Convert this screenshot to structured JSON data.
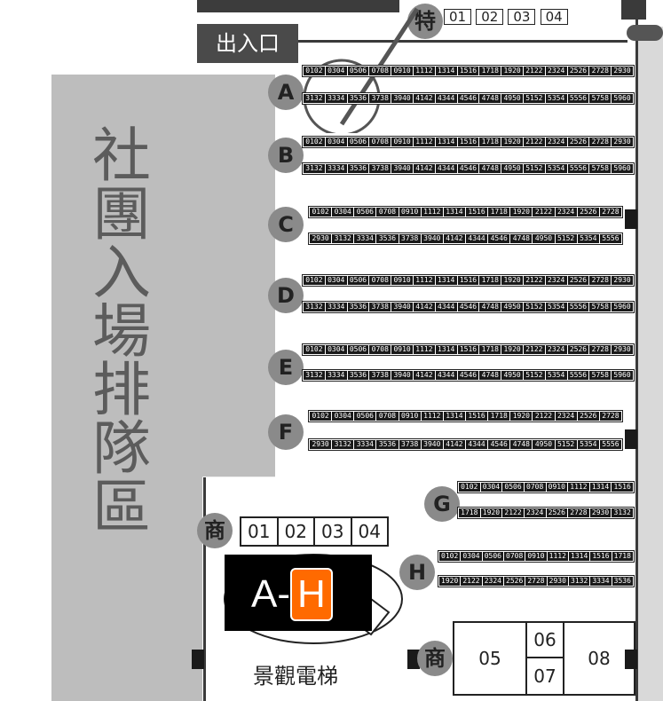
{
  "queue_area_label": "社團入場排隊區",
  "exit_label": "出入口",
  "elevator_label": "景觀電梯",
  "badge": {
    "prefix": "A-",
    "highlight": "H"
  },
  "top_label": {
    "letter": "特",
    "seats": [
      "01",
      "02",
      "03",
      "04"
    ]
  },
  "shop_label": "商",
  "shop_left": {
    "booths": [
      "01",
      "02",
      "03",
      "04"
    ]
  },
  "shop_right": {
    "booths": [
      "05",
      "06",
      "07",
      "08"
    ]
  },
  "rows": [
    {
      "letter": "A",
      "top": [
        "0102",
        "0304",
        "0506",
        "0708",
        "0910",
        "1112",
        "1314",
        "1516",
        "1718",
        "1920",
        "2122",
        "2324",
        "2526",
        "2728",
        "2930"
      ],
      "bottom": [
        "3132",
        "3334",
        "3536",
        "3738",
        "3940",
        "4142",
        "4344",
        "4546",
        "4748",
        "4950",
        "5152",
        "5354",
        "5556",
        "5758",
        "5960"
      ]
    },
    {
      "letter": "B",
      "top": [
        "0102",
        "0304",
        "0506",
        "0708",
        "0910",
        "1112",
        "1314",
        "1516",
        "1718",
        "1920",
        "2122",
        "2324",
        "2526",
        "2728",
        "2930"
      ],
      "bottom": [
        "3132",
        "3334",
        "3536",
        "3738",
        "3940",
        "4142",
        "4344",
        "4546",
        "4748",
        "4950",
        "5152",
        "5354",
        "5556",
        "5758",
        "5960"
      ]
    },
    {
      "letter": "C",
      "top": [
        "0102",
        "0304",
        "0506",
        "0708",
        "0910",
        "1112",
        "1314",
        "1516",
        "1718",
        "1920",
        "2122",
        "2324",
        "2526",
        "2728"
      ],
      "bottom": [
        "2930",
        "3132",
        "3334",
        "3536",
        "3738",
        "3940",
        "4142",
        "4344",
        "4546",
        "4748",
        "4950",
        "5152",
        "5354",
        "5556"
      ]
    },
    {
      "letter": "D",
      "top": [
        "0102",
        "0304",
        "0506",
        "0708",
        "0910",
        "1112",
        "1314",
        "1516",
        "1718",
        "1920",
        "2122",
        "2324",
        "2526",
        "2728",
        "2930"
      ],
      "bottom": [
        "3132",
        "3334",
        "3536",
        "3738",
        "3940",
        "4142",
        "4344",
        "4546",
        "4748",
        "4950",
        "5152",
        "5354",
        "5556",
        "5758",
        "5960"
      ]
    },
    {
      "letter": "E",
      "top": [
        "0102",
        "0304",
        "0506",
        "0708",
        "0910",
        "1112",
        "1314",
        "1516",
        "1718",
        "1920",
        "2122",
        "2324",
        "2526",
        "2728",
        "2930"
      ],
      "bottom": [
        "3132",
        "3334",
        "3536",
        "3738",
        "3940",
        "4142",
        "4344",
        "4546",
        "4748",
        "4950",
        "5152",
        "5354",
        "5556",
        "5758",
        "5960"
      ]
    },
    {
      "letter": "F",
      "top": [
        "0102",
        "0304",
        "0506",
        "0708",
        "0910",
        "1112",
        "1314",
        "1516",
        "1718",
        "1920",
        "2122",
        "2324",
        "2526",
        "2728"
      ],
      "bottom": [
        "2930",
        "3132",
        "3334",
        "3536",
        "3738",
        "3940",
        "4142",
        "4344",
        "4546",
        "4748",
        "4950",
        "5152",
        "5354",
        "5556"
      ]
    },
    {
      "letter": "G",
      "top": [
        "0102",
        "0304",
        "0506",
        "0708",
        "0910",
        "1112",
        "1314",
        "1516"
      ],
      "bottom": [
        "1718",
        "1920",
        "2122",
        "2324",
        "2526",
        "2728",
        "2930",
        "3132"
      ]
    },
    {
      "letter": "H",
      "top": [
        "0102",
        "0304",
        "0506",
        "0708",
        "0910",
        "1112",
        "1314",
        "1516",
        "1718"
      ],
      "bottom": [
        "1920",
        "2122",
        "2324",
        "2526",
        "2728",
        "2930",
        "3132",
        "3334",
        "3536"
      ]
    }
  ]
}
